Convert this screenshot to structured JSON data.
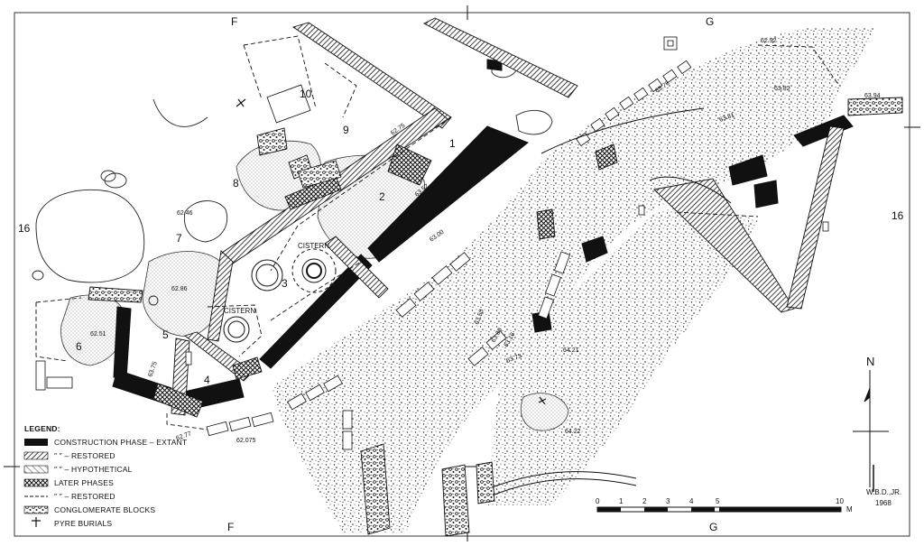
{
  "grid_labels": {
    "top_left": "F",
    "top_right": "G",
    "bottom_left": "F",
    "bottom_right": "G",
    "left": "16",
    "right": "16"
  },
  "room_numbers": [
    "1",
    "2",
    "3",
    "4",
    "5",
    "6",
    "7",
    "8",
    "9",
    "10"
  ],
  "cistern_labels": [
    "CISTERN",
    "CISTERN"
  ],
  "elevations": [
    "62.92",
    "63.82",
    "63.94",
    "63.76",
    "63.81",
    "62.46",
    "62.75",
    "62.86",
    "63.52",
    "63.26",
    "63.98",
    "63.00",
    "63.50",
    "62.51",
    "63.75",
    "63.60",
    "63.16",
    "64.21",
    "63.73",
    "64.22",
    "62.77",
    "62.075"
  ],
  "legend": {
    "title": "LEGEND:",
    "items": [
      {
        "text": "CONSTRUCTION PHASE – EXTANT",
        "swatch": "solid"
      },
      {
        "text": "″           ″      – RESTORED",
        "swatch": "hatch"
      },
      {
        "text": "″           ″      – HYPOTHETICAL",
        "swatch": "hatch-light"
      },
      {
        "text": "LATER PHASES",
        "swatch": "cross"
      },
      {
        "text": "″         ″      – RESTORED",
        "swatch": "dashed"
      },
      {
        "text": "CONGLOMERATE BLOCKS",
        "swatch": "conglomerate"
      },
      {
        "text": "PYRE BURIALS",
        "swatch": "cross-symbol"
      }
    ]
  },
  "north_label": "N",
  "scale": {
    "ticks": [
      "0",
      "1",
      "2",
      "3",
      "4",
      "5",
      "10"
    ],
    "unit": "M"
  },
  "credit": {
    "author": "W.B.D.,JR.",
    "year": "1968"
  }
}
